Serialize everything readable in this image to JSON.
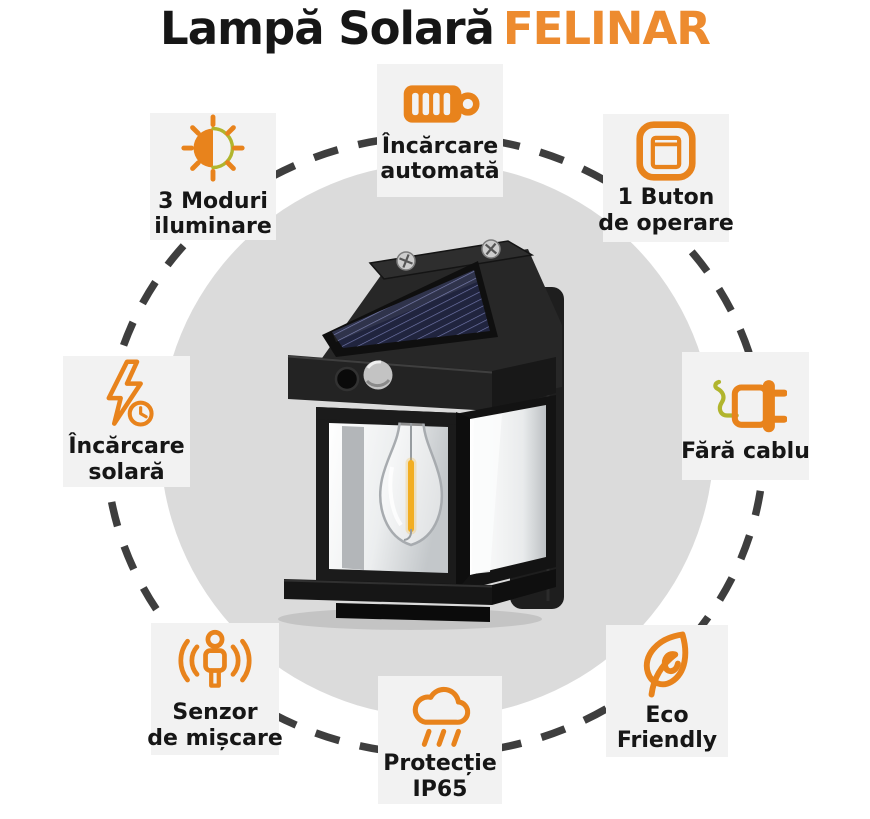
{
  "title": {
    "text_black": "Lampă Solară",
    "text_orange": "FELINAR"
  },
  "colors": {
    "title_orange": "#ED8B2F",
    "icon_orange": "#E8831C",
    "icon_olive": "#B1B52D",
    "dash_gray": "#3E3E3E",
    "backdrop_gray": "#DBDBDB",
    "card_bg": "#F2F2F2",
    "text_dark": "#161616",
    "filament_yellow": "#F2AE22"
  },
  "features": [
    {
      "icon": "sun-icon",
      "line1": "3 Moduri",
      "line2": "iluminare"
    },
    {
      "icon": "battery-icon",
      "line1": "Încărcare",
      "line2": "automată"
    },
    {
      "icon": "power-button-icon",
      "line1": "1 Buton",
      "line2": "de operare"
    },
    {
      "icon": "lightning-clock-icon",
      "line1": "Încărcare",
      "line2": "solară"
    },
    {
      "icon": "plug-icon",
      "line1": "Fără cablu"
    },
    {
      "icon": "motion-sensor-icon",
      "line1": "Senzor",
      "line2": "de mișcare"
    },
    {
      "icon": "rain-cloud-icon",
      "line1": "Protecție",
      "line2": "IP65"
    },
    {
      "icon": "leaf-icon",
      "line1": "Eco",
      "line2": "Friendly"
    }
  ],
  "product": {
    "parts": [
      "solar-panel",
      "mounting-screws",
      "motion-sensor-lens",
      "light-sensor-button",
      "glass-lantern",
      "edison-bulb",
      "wall-bracket",
      "base-ledge"
    ]
  }
}
